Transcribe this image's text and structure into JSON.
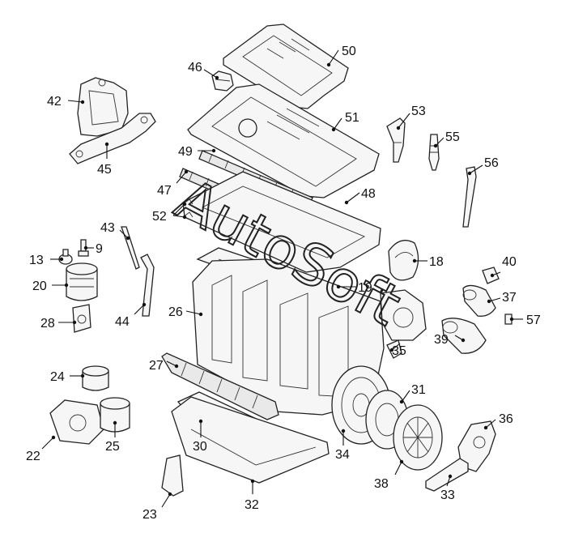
{
  "watermark": "AutoSoft",
  "parts": [
    {
      "number": "50"
    },
    {
      "number": "46"
    },
    {
      "number": "42"
    },
    {
      "number": "51"
    },
    {
      "number": "53"
    },
    {
      "number": "55"
    },
    {
      "number": "45"
    },
    {
      "number": "49"
    },
    {
      "number": "56"
    },
    {
      "number": "47"
    },
    {
      "number": "48"
    },
    {
      "number": "52"
    },
    {
      "number": "43"
    },
    {
      "number": "9"
    },
    {
      "number": "13"
    },
    {
      "number": "18"
    },
    {
      "number": "40"
    },
    {
      "number": "20"
    },
    {
      "number": "19"
    },
    {
      "number": "37"
    },
    {
      "number": "44"
    },
    {
      "number": "26"
    },
    {
      "number": "28"
    },
    {
      "number": "57"
    },
    {
      "number": "35"
    },
    {
      "number": "39"
    },
    {
      "number": "27"
    },
    {
      "number": "24"
    },
    {
      "number": "31"
    },
    {
      "number": "36"
    },
    {
      "number": "22"
    },
    {
      "number": "25"
    },
    {
      "number": "30"
    },
    {
      "number": "34"
    },
    {
      "number": "38"
    },
    {
      "number": "33"
    },
    {
      "number": "23"
    },
    {
      "number": "32"
    }
  ]
}
